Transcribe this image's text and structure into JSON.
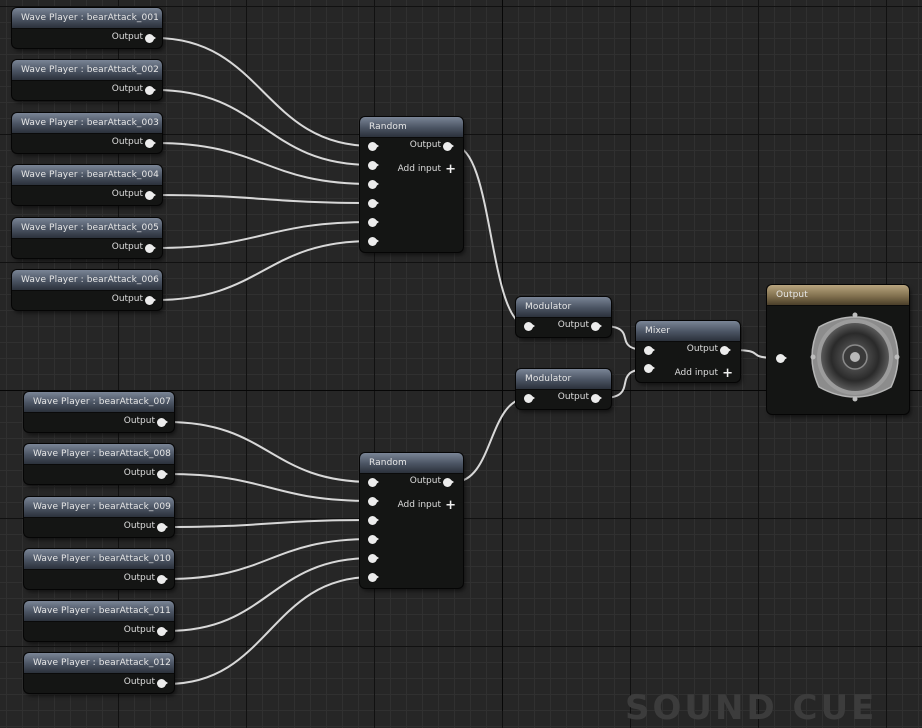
{
  "wave_players": [
    {
      "title": "Wave Player : bearAttack_001",
      "output_label": "Output"
    },
    {
      "title": "Wave Player : bearAttack_002",
      "output_label": "Output"
    },
    {
      "title": "Wave Player : bearAttack_003",
      "output_label": "Output"
    },
    {
      "title": "Wave Player : bearAttack_004",
      "output_label": "Output"
    },
    {
      "title": "Wave Player : bearAttack_005",
      "output_label": "Output"
    },
    {
      "title": "Wave Player : bearAttack_006",
      "output_label": "Output"
    },
    {
      "title": "Wave Player : bearAttack_007",
      "output_label": "Output"
    },
    {
      "title": "Wave Player : bearAttack_008",
      "output_label": "Output"
    },
    {
      "title": "Wave Player : bearAttack_009",
      "output_label": "Output"
    },
    {
      "title": "Wave Player : bearAttack_010",
      "output_label": "Output"
    },
    {
      "title": "Wave Player : bearAttack_011",
      "output_label": "Output"
    },
    {
      "title": "Wave Player : bearAttack_012",
      "output_label": "Output"
    }
  ],
  "random_nodes": [
    {
      "title": "Random",
      "output_label": "Output",
      "add_input_label": "Add input"
    },
    {
      "title": "Random",
      "output_label": "Output",
      "add_input_label": "Add input"
    }
  ],
  "modulator_nodes": [
    {
      "title": "Modulator",
      "output_label": "Output"
    },
    {
      "title": "Modulator",
      "output_label": "Output"
    }
  ],
  "mixer_node": {
    "title": "Mixer",
    "output_label": "Output",
    "add_input_label": "Add input"
  },
  "output_node": {
    "title": "Output",
    "icon": "speaker-icon"
  },
  "watermark": "SOUND CUE",
  "colors": {
    "graph_background": "#262626",
    "node_body": "#141514",
    "node_header": "#4a5362",
    "output_header": "#82714f",
    "wire": "#d8d8d8",
    "pin": "#ececec"
  }
}
